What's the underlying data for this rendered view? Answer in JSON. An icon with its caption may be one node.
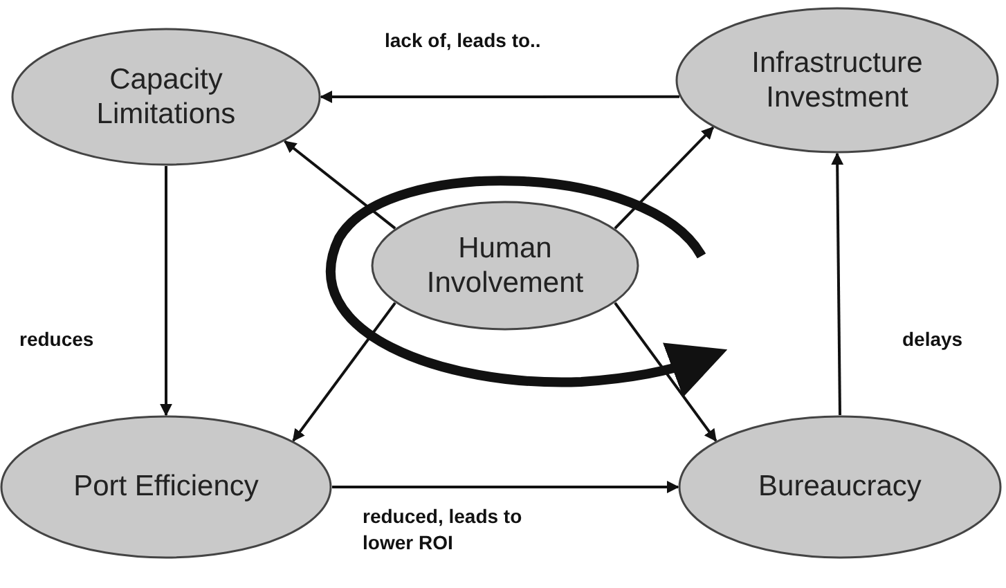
{
  "diagram": {
    "nodes": [
      {
        "text": [
          "Capacity Limitations"
        ]
      },
      {
        "text": [
          "Infrastructure Investment"
        ]
      },
      {
        "text": [
          "Human Involvement"
        ]
      },
      {
        "text": [
          "Port Efficiency"
        ]
      },
      {
        "text": [
          "Bureaucracy"
        ]
      }
    ],
    "edges": [
      {
        "from": 1,
        "to": 0,
        "arrow": "to",
        "label": "lack of, leads to.."
      },
      {
        "from": 0,
        "to": 3,
        "arrow": "to",
        "label": "reduces"
      },
      {
        "from": 3,
        "to": 4,
        "arrow": "to",
        "label": "reduced, leads to lower ROI"
      },
      {
        "from": 4,
        "to": 1,
        "arrow": "to",
        "label": "delays"
      },
      {
        "from": 2,
        "to": 0,
        "arrow": "to"
      },
      {
        "from": 2,
        "to": 1,
        "arrow": "to"
      },
      {
        "from": 2,
        "to": 3,
        "arrow": "to"
      },
      {
        "from": 2,
        "to": 4,
        "arrow": "to"
      }
    ]
  }
}
